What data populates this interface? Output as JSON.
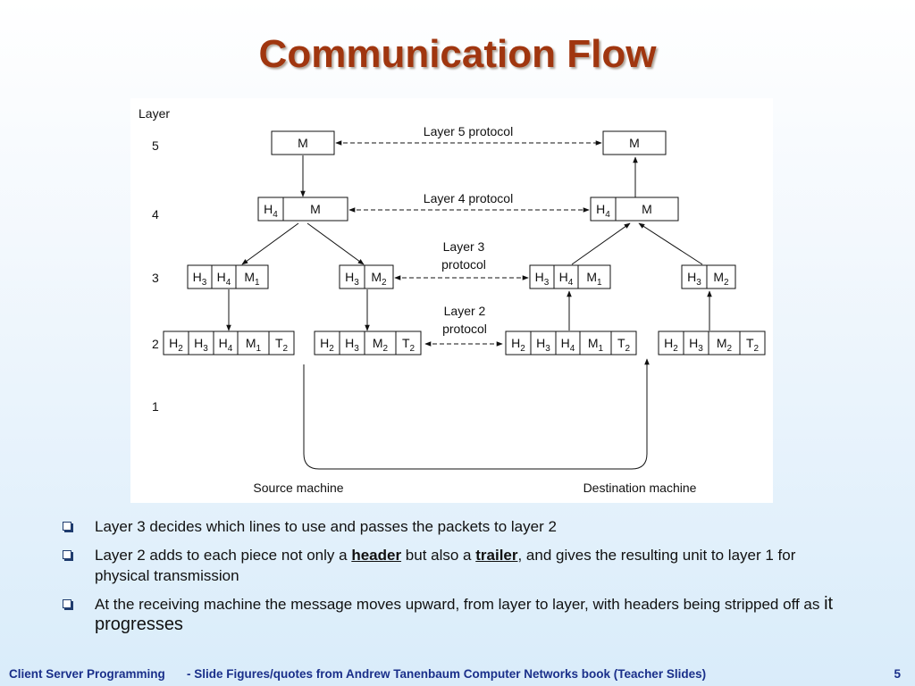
{
  "slide": {
    "title": "Communication Flow",
    "bullets": [
      {
        "text": "Layer 3 decides which lines to use and passes the packets to layer 2"
      },
      {
        "pre": "Layer 2 adds to each piece not only a ",
        "header": "header",
        "mid": " but also a ",
        "trailer": "trailer",
        "post": ", and gives the resulting unit to layer 1 for physical transmission"
      },
      {
        "pre": "At the receiving machine the message moves upward, from layer to layer, with headers being stripped off as ",
        "big": "it progresses"
      }
    ],
    "footer": {
      "left": "Client Server Programming",
      "middle": "- Slide Figures/quotes from Andrew  Tanenbaum Computer  Networks book (Teacher  Slides)",
      "page": "5"
    }
  },
  "diagram": {
    "layer_heading": "Layer",
    "layer_numbers": [
      "5",
      "4",
      "3",
      "2",
      "1"
    ],
    "protocols": {
      "layer5": "Layer 5 protocol",
      "layer4": "Layer 4 protocol",
      "layer3_line1": "Layer 3",
      "layer3_line2": "protocol",
      "layer2_line1": "Layer 2",
      "layer2_line2": "protocol"
    },
    "source_label": "Source machine",
    "destination_label": "Destination machine",
    "packets": {
      "l5": [
        "M"
      ],
      "l4": [
        "H4",
        "M"
      ],
      "l3a": [
        "H3",
        "H4",
        "M1"
      ],
      "l3b": [
        "H3",
        "M2"
      ],
      "l2a": [
        "H2",
        "H3",
        "H4",
        "M1",
        "T2"
      ],
      "l2b": [
        "H2",
        "H3",
        "M2",
        "T2"
      ]
    }
  }
}
